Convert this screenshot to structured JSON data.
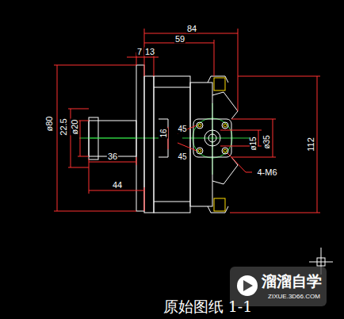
{
  "diagram": {
    "caption": "原始图纸 1-1",
    "labels": [
      "84",
      "59",
      "7",
      "13",
      "ø80",
      "22.5",
      "ø20",
      "36",
      "44",
      "16",
      "45",
      "45",
      "ø15",
      "ø35",
      "112",
      "4-M6",
      "溜溜自学",
      "ZIXUE.3D66.COM"
    ]
  }
}
